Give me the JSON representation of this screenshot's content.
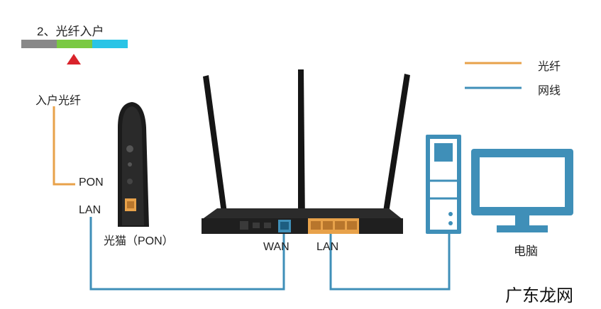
{
  "step_title": "2、光纤入户",
  "labels": {
    "incoming_fiber": "入户光纤",
    "pon_port": "PON",
    "modem_lan": "LAN",
    "modem": "光猫（PON）",
    "router_wan": "WAN",
    "router_lan": "LAN",
    "computer": "电脑"
  },
  "legend": {
    "fiber": "光纤",
    "network_cable": "网线"
  },
  "colors": {
    "fiber": "#e8a24a",
    "network_cable": "#3f8fb8",
    "bar_gray": "#888888",
    "bar_green": "#7ac943",
    "bar_cyan": "#29c4e6",
    "marker": "#d9232b"
  },
  "watermark": "广东龙网"
}
